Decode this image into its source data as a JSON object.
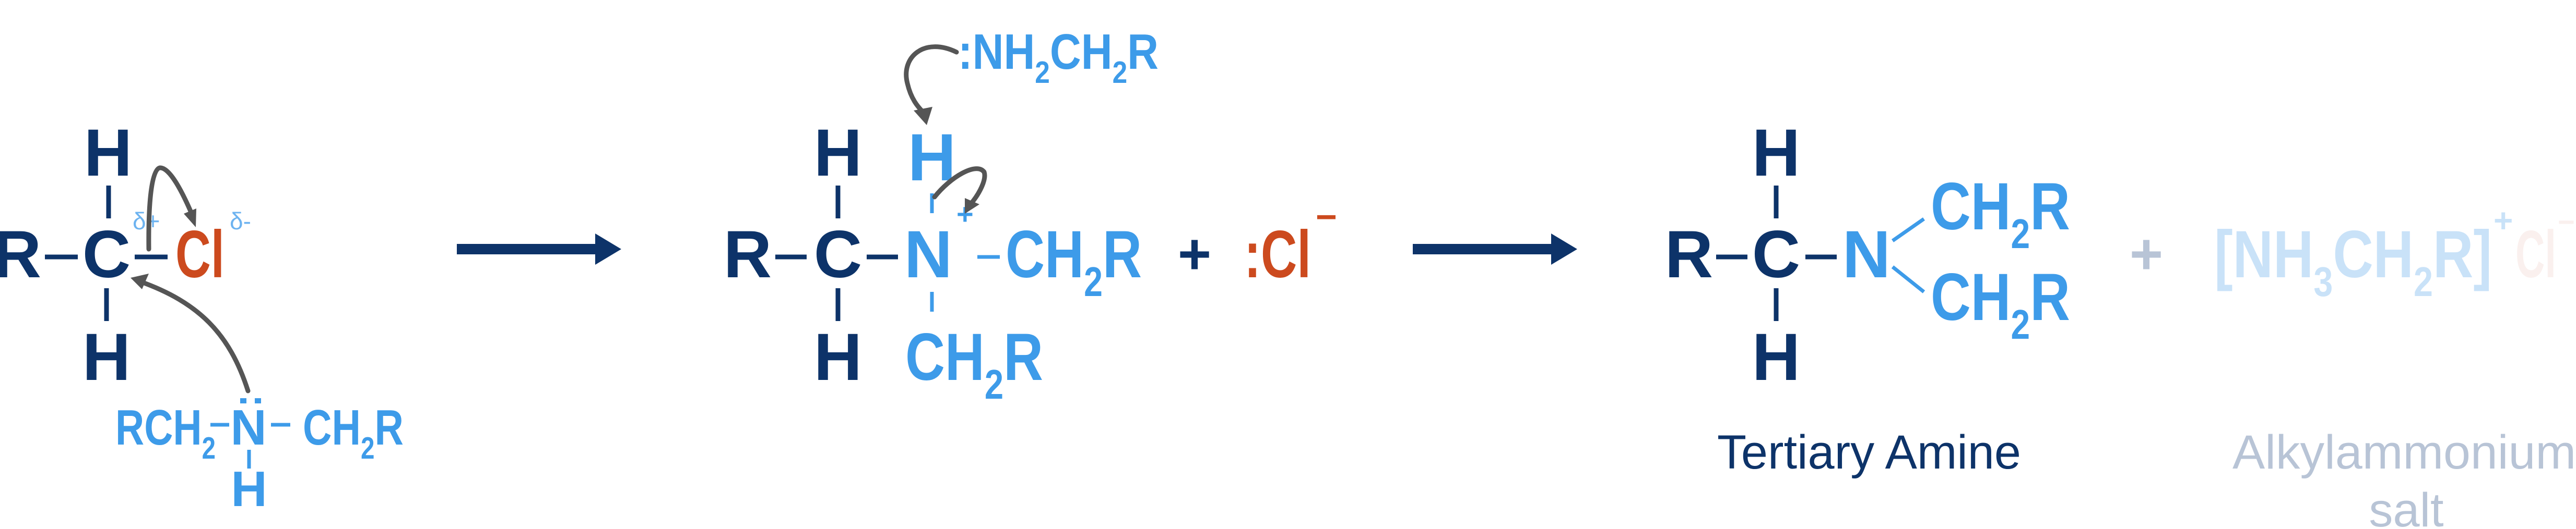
{
  "colors": {
    "carbon_chain": "#0d3369",
    "nitrogen_group": "#3d9be9",
    "chlorine": "#cc4a1e",
    "curly_arrow": "#555555",
    "partial_charge": "#6db3f0",
    "faded_cation": "#c9e2f8",
    "faded_text": "#b8c4d6",
    "faded_chlorine": "#faf0ee"
  },
  "icons": {
    "reaction_arrow": "right-arrow",
    "electron_movement": "curly-arrow"
  },
  "step1": {
    "r": "R",
    "c": "C",
    "h_top": "H",
    "h_bottom": "H",
    "cl": "Cl",
    "delta_plus": "δ+",
    "delta_minus": "δ-",
    "amine_left": "RCH2",
    "amine_n": "N",
    "amine_right": "CH2R",
    "amine_h": "H"
  },
  "step2": {
    "r": "R",
    "c": "C",
    "h_top": "H",
    "h_bottom": "H",
    "n": "N",
    "n_charge": "+",
    "n_h": "H",
    "right": "CH2R",
    "bottom": "CH2R",
    "base": ":NH2CH2R",
    "plus": "+",
    "chloride": ":Cl",
    "chloride_charge": "−"
  },
  "product": {
    "r": "R",
    "c": "C",
    "h_top": "H",
    "h_bottom": "H",
    "n": "N",
    "upper": "CH2R",
    "lower": "CH2R",
    "label": "Tertiary Amine"
  },
  "byproduct": {
    "plus": "+",
    "cation": "[NH3CH2R]",
    "cation_charge": "+",
    "anion": "Cl",
    "anion_charge": "−",
    "label_line1": "Alkylammonium",
    "label_line2": "salt"
  }
}
